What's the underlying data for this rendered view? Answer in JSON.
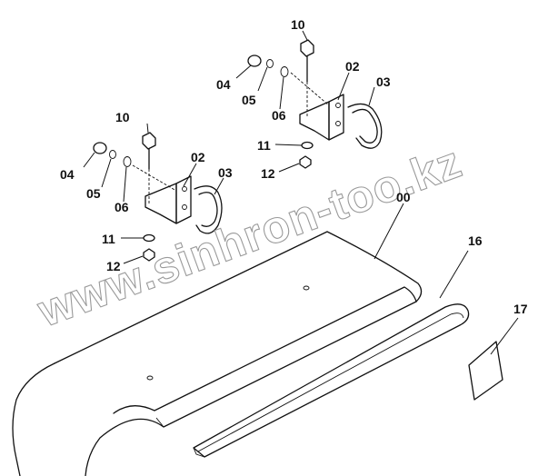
{
  "watermark": "www.sinhron-too.kz",
  "labels": {
    "p00": "00",
    "p02_upper": "02",
    "p02_lower": "02",
    "p03_upper": "03",
    "p03_lower": "03",
    "p04_upper": "04",
    "p04_lower": "04",
    "p05_upper": "05",
    "p05_lower": "05",
    "p06_upper": "06",
    "p06_lower": "06",
    "p10_upper": "10",
    "p10_lower": "10",
    "p11_upper": "11",
    "p11_lower": "11",
    "p12_upper": "12",
    "p12_lower": "12",
    "p16": "16",
    "p17": "17"
  }
}
